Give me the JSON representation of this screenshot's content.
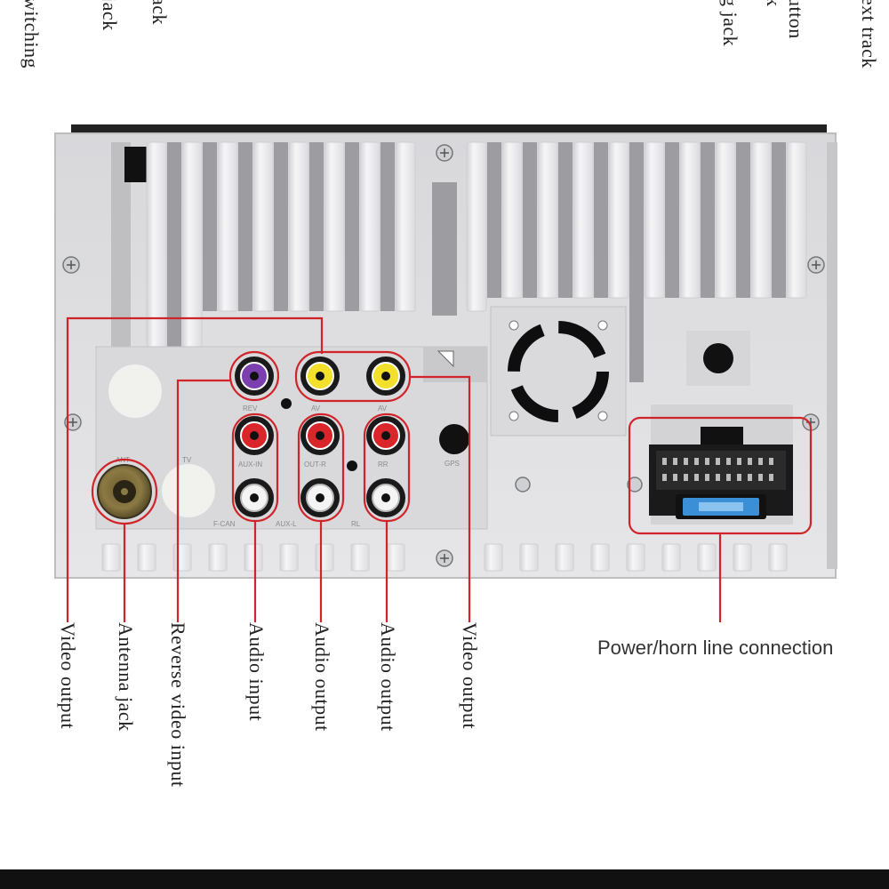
{
  "top_fragments": [
    "witching",
    "jack",
    "ack",
    "g jack",
    "k",
    "utton",
    "ext track"
  ],
  "labels": {
    "video_output_left": "Video output",
    "antenna_jack": "Antenna jack",
    "reverse_video_input": "Reverse video input",
    "audio_input": "Audio input",
    "audio_output_1": "Audio output",
    "audio_output_2": "Audio output",
    "video_output_right": "Video output",
    "power_horn": "Power/horn line connection"
  },
  "panel_marks": {
    "rca_top_row": [
      "REV",
      "AV",
      "AV"
    ],
    "rca_mid_row": [
      "AUX-IN",
      "OUT-R",
      "RR"
    ],
    "rca_bottom_row": [
      "F-CAN",
      "AUX-L",
      "RL"
    ],
    "gps": "GPS",
    "ant": "ANT",
    "tv": "TV"
  },
  "colors": {
    "panel": "#e2e2e4",
    "fin": "#f2f2f3",
    "callout": "#d0242a",
    "rca_purple": "#7b3fb0",
    "rca_yellow": "#f2e02a",
    "rca_red": "#d8262b",
    "rca_white": "#f4f4f4",
    "fuse": "#3a8fd6"
  }
}
